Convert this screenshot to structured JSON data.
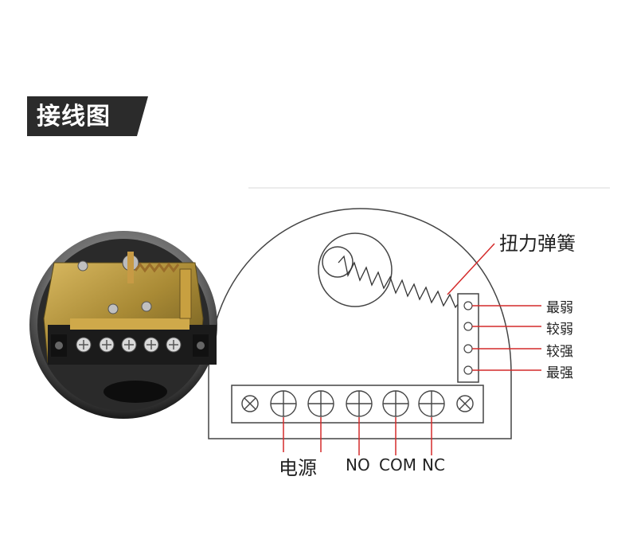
{
  "header": {
    "title": "接线图"
  },
  "diagram": {
    "spring_label": "扭力弹簧",
    "adjust_labels": [
      "最弱",
      "较弱",
      "较强",
      "最强"
    ],
    "terminal_labels": {
      "power": "电源",
      "no": "NO",
      "com": "COM",
      "nc": "NC"
    }
  },
  "colors": {
    "badge_bg": "#2b2b2b",
    "wire": "#d42a2a",
    "outline": "#444444"
  },
  "icons": {
    "terminal_x": "circle-x",
    "terminal_plus": "circle-plus"
  }
}
